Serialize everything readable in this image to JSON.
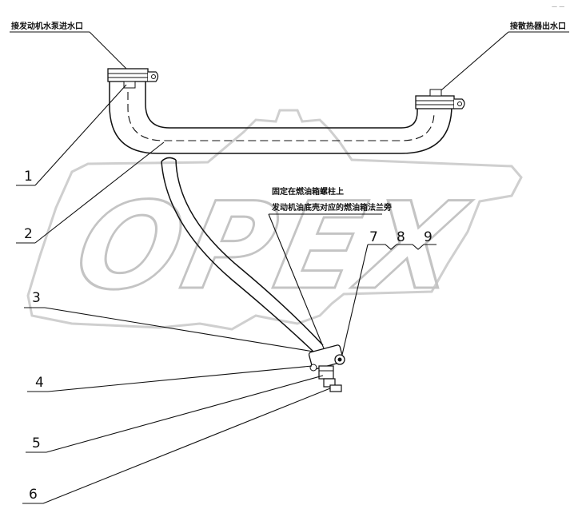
{
  "watermark": {
    "text": "OPEX"
  },
  "corner_mark": "— —",
  "annotations": {
    "inlet_top_left": "接发动机水泵进水口",
    "outlet_top_right": "接散热器出水口",
    "note_line_1": "固定在燃油箱螺柱上",
    "note_line_2": "发动机油底壳对应的燃油箱法兰旁"
  },
  "callouts": [
    "1",
    "2",
    "3",
    "4",
    "5",
    "6",
    "7",
    "8",
    "9"
  ],
  "colors": {
    "line": "#111111",
    "watermark": "#c4c4c4",
    "background": "#ffffff"
  }
}
